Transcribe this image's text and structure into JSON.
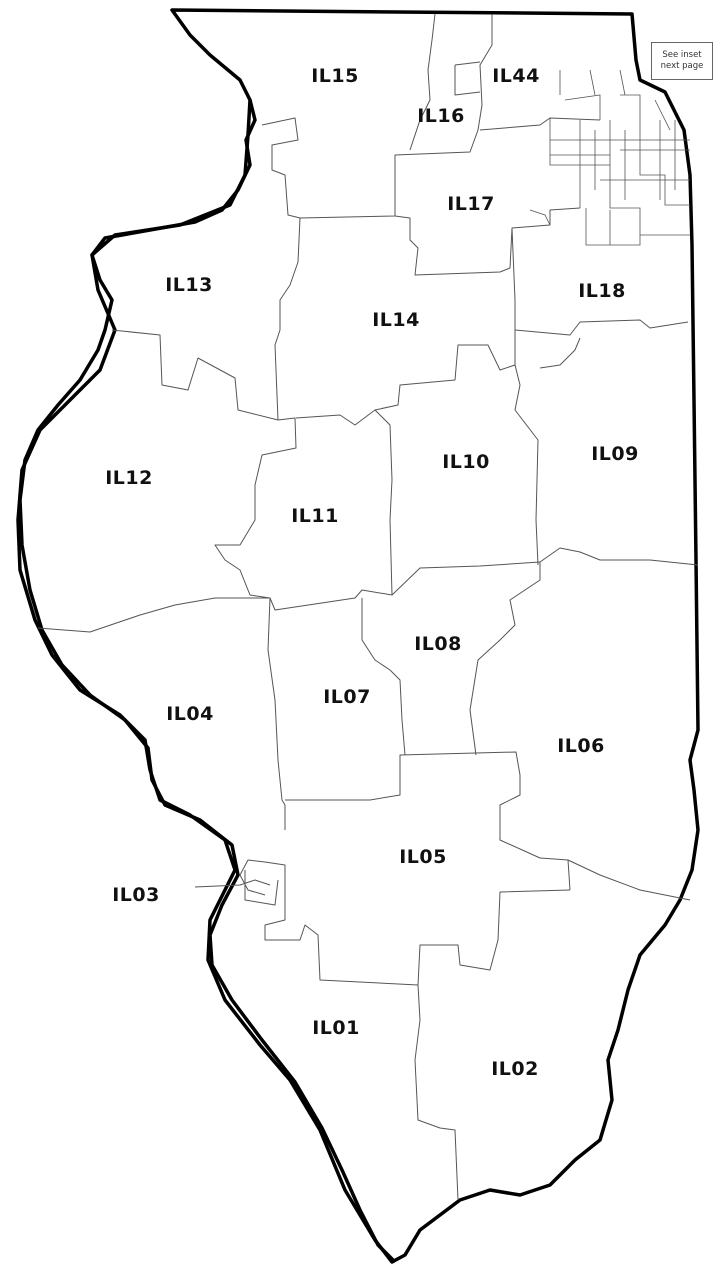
{
  "map": {
    "districts": [
      {
        "id": "IL15",
        "label": "IL15"
      },
      {
        "id": "IL44",
        "label": "IL44"
      },
      {
        "id": "IL16",
        "label": "IL16"
      },
      {
        "id": "IL17",
        "label": "IL17"
      },
      {
        "id": "IL13",
        "label": "IL13"
      },
      {
        "id": "IL18",
        "label": "IL18"
      },
      {
        "id": "IL14",
        "label": "IL14"
      },
      {
        "id": "IL12",
        "label": "IL12"
      },
      {
        "id": "IL10",
        "label": "IL10"
      },
      {
        "id": "IL09",
        "label": "IL09"
      },
      {
        "id": "IL11",
        "label": "IL11"
      },
      {
        "id": "IL08",
        "label": "IL08"
      },
      {
        "id": "IL04",
        "label": "IL04"
      },
      {
        "id": "IL07",
        "label": "IL07"
      },
      {
        "id": "IL06",
        "label": "IL06"
      },
      {
        "id": "IL05",
        "label": "IL05"
      },
      {
        "id": "IL03",
        "label": "IL03"
      },
      {
        "id": "IL01",
        "label": "IL01"
      },
      {
        "id": "IL02",
        "label": "IL02"
      }
    ],
    "inset_note": {
      "line1": "See inset",
      "line2": "next page"
    }
  }
}
